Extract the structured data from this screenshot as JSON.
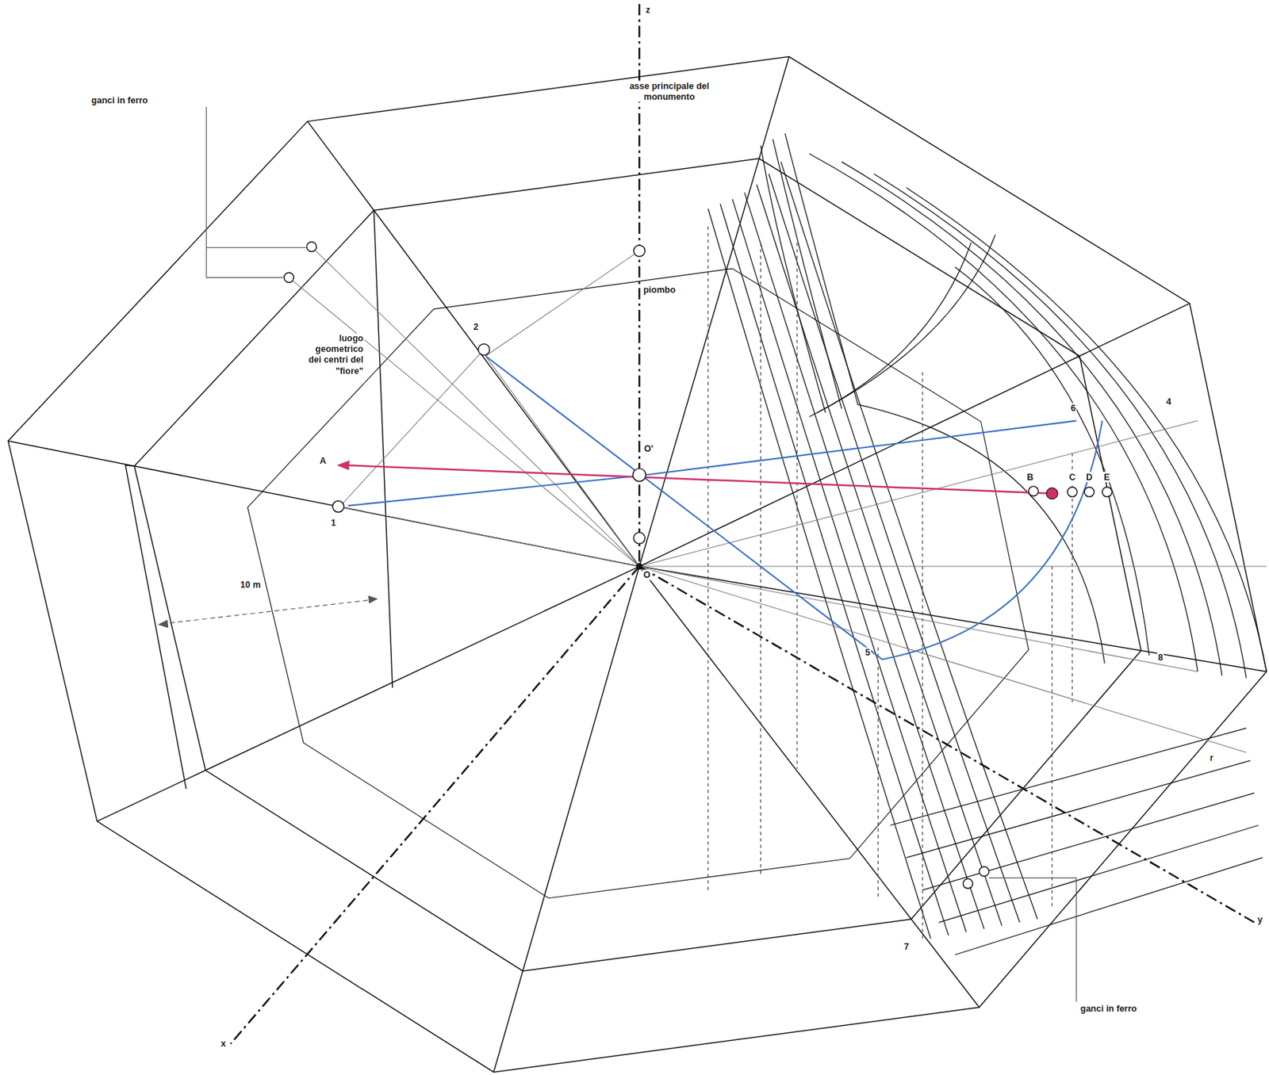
{
  "diagram": {
    "labels": [
      "z",
      "asse principale del monumento",
      "ganci in ferro",
      "piombo",
      "2",
      "luogo geometrico dei centri del \"fiore\"",
      "A",
      "O'",
      "1",
      "O",
      "10 m",
      "6",
      "4",
      "B",
      "C",
      "D",
      "E",
      "5",
      "8",
      "7",
      "r",
      "x",
      "y",
      "ganci in ferro"
    ]
  }
}
